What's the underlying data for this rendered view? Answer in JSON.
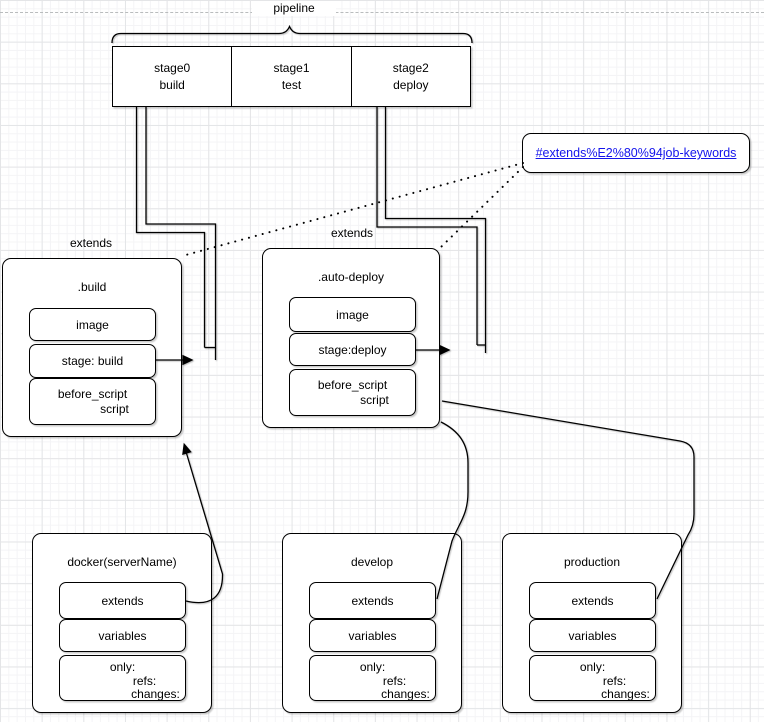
{
  "colors": {
    "stroke": "#000000",
    "link_blue": "#1414ec",
    "grid_major": "#e4e5e7",
    "grid_minor": "#f4f4f6",
    "page_boundary": "#b9bcbd"
  },
  "pipeline": {
    "label": "pipeline"
  },
  "stages": {
    "cells": [
      {
        "name": "stage0",
        "role": "build"
      },
      {
        "name": "stage1",
        "role": "test"
      },
      {
        "name": "stage2",
        "role": "deploy"
      }
    ]
  },
  "link_box": {
    "text": "#extends%E2%80%94job-keywords"
  },
  "templates": [
    {
      "label": "extends",
      "title": ".build",
      "image_cell": "image",
      "stage_cell": "stage: build",
      "script_cell": [
        "before_script",
        "script"
      ]
    },
    {
      "label": "extends",
      "title": ".auto-deploy",
      "image_cell": "image",
      "stage_cell": "stage:deploy",
      "script_cell": [
        "before_script",
        "script"
      ]
    }
  ],
  "jobs": [
    {
      "title": "docker(serverName)",
      "extends_cell": "extends",
      "variables_cell": "variables",
      "only_cell": [
        "only:",
        "refs:",
        "changes:"
      ]
    },
    {
      "title": "develop",
      "extends_cell": "extends",
      "variables_cell": "variables",
      "only_cell": [
        "only:",
        "refs:",
        "changes:"
      ]
    },
    {
      "title": "production",
      "extends_cell": "extends",
      "variables_cell": "variables",
      "only_cell": [
        "only:",
        "refs:",
        "changes:"
      ]
    }
  ]
}
